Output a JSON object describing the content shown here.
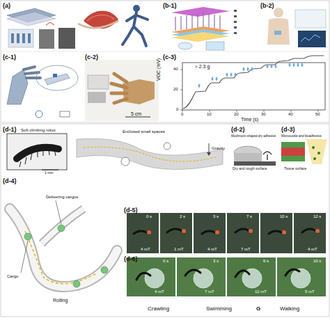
{
  "diagram": {
    "nodes": [
      {
        "text": [
          "(a)"
        ]
      },
      {
        "text": [
          "(b-1)"
        ]
      },
      {
        "text": [
          "(b-2)"
        ]
      },
      {
        "text": [
          "(c-1)"
        ]
      },
      {
        "text": [
          "(c-2)"
        ]
      },
      {
        "text": [
          "(c-3)"
        ]
      },
      {
        "text": [
          "(d-1)"
        ]
      },
      {
        "text": [
          "(d-2)"
        ]
      },
      {
        "text": [
          "(d-3)"
        ]
      },
      {
        "text": [
          "(d-4)"
        ]
      },
      {
        "text": [
          "(d-5)"
        ]
      },
      {
        "text": [
          "(d-6)"
        ]
      }
    ],
    "labels": [
      "5 cm",
      "≈ 2.3 g",
      "VOC (mV)",
      "Time (s)",
      "0",
      "20",
      "40",
      "0",
      "10",
      "20",
      "30",
      "40",
      "50",
      "Soft climbing robot",
      "1 mm",
      "Enclosed small spaces",
      "Gravity",
      "Mushroom-shaped dry adhesive",
      "Dry and rough surface",
      "Microsuckle and bioadhesive",
      "Tissue surface",
      "Delivering cargos",
      "Cargo",
      "Rolling",
      "0 s",
      "2 s",
      "3 s",
      "7 s",
      "10 s",
      "12 s",
      "4 mT",
      "1 mT",
      "4 mT",
      "7 mT",
      "4 mT",
      "0 s",
      "3 s",
      "6 s",
      "10 s",
      "4 mT",
      "7 mT",
      "12 mT",
      "5 mT",
      "Crawling",
      "Swimming",
      "G",
      "Walking"
    ]
  }
}
